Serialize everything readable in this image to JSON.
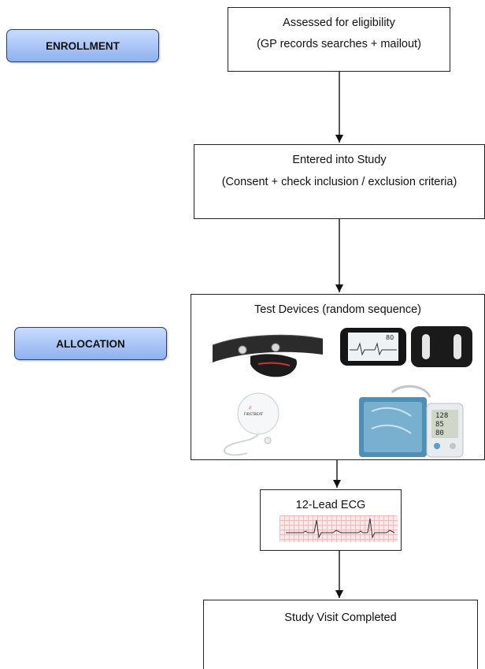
{
  "stages": {
    "enrollment": "ENROLLMENT",
    "allocation": "ALLOCATION"
  },
  "boxes": {
    "eligibility": {
      "title": "Assessed for eligibility",
      "subtitle": "(GP records searches + mailout)"
    },
    "entered": {
      "title": "Entered into Study",
      "subtitle": "(Consent + check inclusion / exclusion criteria)"
    },
    "devices": {
      "title": "Test Devices (random sequence)",
      "images": [
        "chest-strap-heart-rate-monitor",
        "smartphone-ecg-case",
        "single-lead-ecg-patch",
        "blood-pressure-monitor"
      ],
      "phone_reading": "80",
      "bp_readings": [
        "128",
        "85",
        "80"
      ],
      "patch_brand": "FIRSTBEAT"
    },
    "ecg": {
      "title": "12-Lead ECG",
      "image": "ecg-trace"
    },
    "completed": {
      "title": "Study Visit Completed"
    }
  },
  "colors": {
    "stage_fill_top": "#c9dcff",
    "stage_fill_bottom": "#8eb1ee",
    "stage_border": "#2a3f66",
    "box_border": "#222222",
    "ecg_grid": "#f4b8bd"
  }
}
